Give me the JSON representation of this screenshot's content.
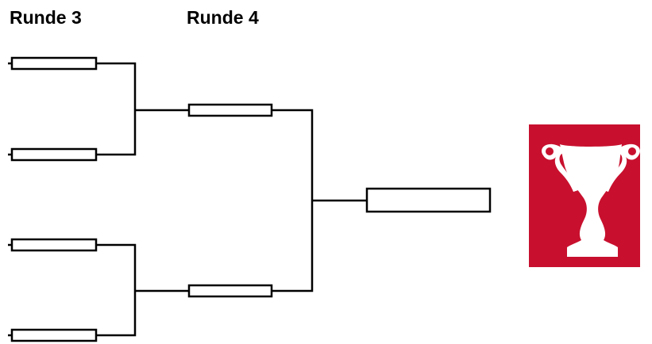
{
  "rounds": [
    {
      "label": "Runde 3"
    },
    {
      "label": "Runde 4"
    }
  ],
  "bracket": {
    "round3_slots": 4,
    "round4_slots": 2,
    "final_slots": 1,
    "line_color": "#000000",
    "slot_fill": "#ffffff"
  },
  "trophy": {
    "icon": "trophy-icon",
    "background_color": "#c8102e",
    "cup_color": "#ffffff"
  }
}
